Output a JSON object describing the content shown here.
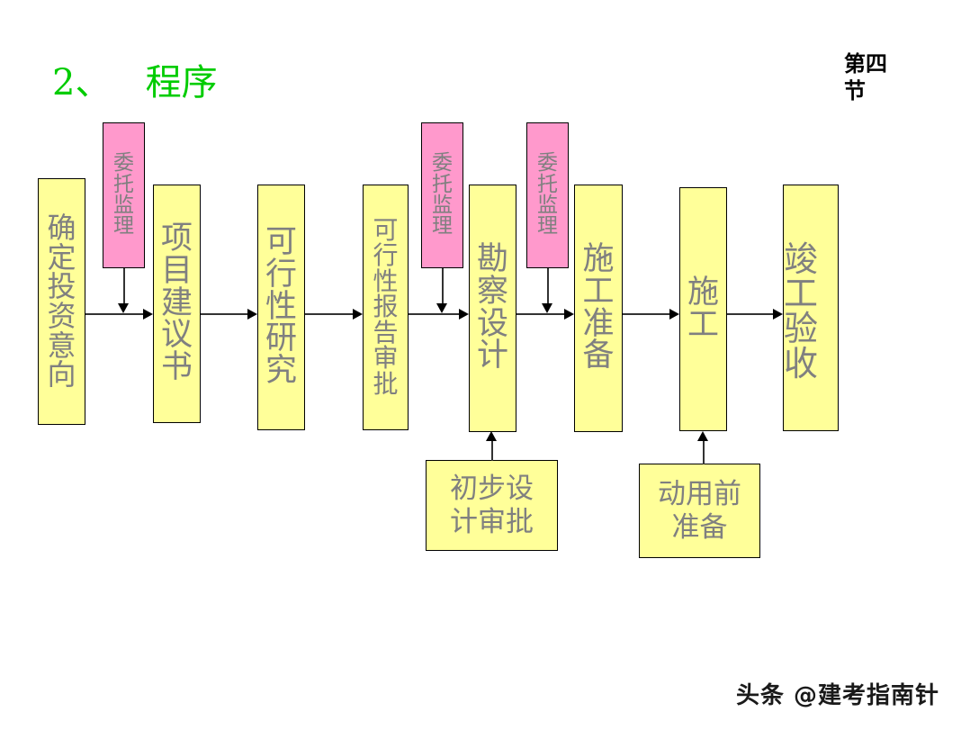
{
  "slide": {
    "title": "2、   程序",
    "corner_label": "第四节",
    "watermark": "头条 @建考指南针",
    "colors": {
      "title_green": "#00cc00",
      "box_yellow": "#ffff99",
      "box_pink": "#ff99cc",
      "box_border": "#000000",
      "box_text": "#808080",
      "connector": "#333333",
      "background": "#ffffff"
    }
  },
  "flow": {
    "main_steps": [
      {
        "id": "step-1",
        "label": "确定投资意向",
        "chars": [
          "确",
          "定",
          "投",
          "资",
          "意",
          "向"
        ],
        "fill": "yellow"
      },
      {
        "id": "step-2",
        "label": "项目建议书",
        "chars": [
          "项",
          "目",
          "建",
          "议",
          "书"
        ],
        "fill": "yellow"
      },
      {
        "id": "step-3",
        "label": "可行性研究",
        "chars": [
          "可",
          "行",
          "性",
          "研",
          "究"
        ],
        "fill": "yellow"
      },
      {
        "id": "step-4",
        "label": "可行性报告审批",
        "chars": [
          "可",
          "行",
          "性",
          "报",
          "告",
          "审",
          "批"
        ],
        "fill": "yellow"
      },
      {
        "id": "step-5",
        "label": "勘察设计",
        "chars": [
          "勘",
          "察",
          "设",
          "计"
        ],
        "fill": "yellow"
      },
      {
        "id": "step-6",
        "label": "施工准备",
        "chars": [
          "施",
          "工",
          "准",
          "备"
        ],
        "fill": "yellow"
      },
      {
        "id": "step-7",
        "label": "施工",
        "chars": [
          "施",
          "工"
        ],
        "fill": "yellow"
      },
      {
        "id": "step-8",
        "label": "竣工验收",
        "chars": [
          "竣",
          "工",
          "验",
          "收"
        ],
        "fill": "yellow"
      }
    ],
    "supervision_boxes": [
      {
        "id": "supervision-1",
        "label": "委托监理",
        "chars": [
          "委",
          "托",
          "监",
          "理"
        ],
        "fill": "pink",
        "feeds_into": "项目建议书"
      },
      {
        "id": "supervision-2",
        "label": "委托监理",
        "chars": [
          "委",
          "托",
          "监",
          "理"
        ],
        "fill": "pink",
        "feeds_into": "勘察设计"
      },
      {
        "id": "supervision-3",
        "label": "委托监理",
        "chars": [
          "委",
          "托",
          "监",
          "理"
        ],
        "fill": "pink",
        "feeds_into": "施工准备"
      }
    ],
    "bottom_boxes": [
      {
        "id": "bottom-1",
        "label": "初步设计审批",
        "fill": "yellow",
        "feeds_into": "勘察设计"
      },
      {
        "id": "bottom-2",
        "label": "动用前准备",
        "fill": "yellow",
        "feeds_into": "施工"
      }
    ]
  }
}
